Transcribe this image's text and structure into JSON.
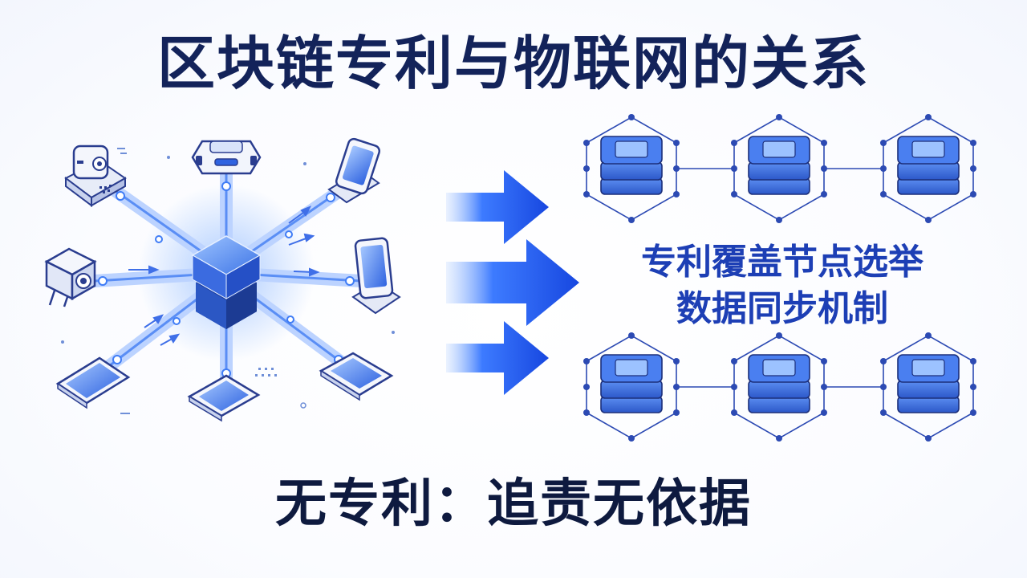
{
  "title": "区块链专利与物联网的关系",
  "center_label": {
    "line1": "专利覆盖节点选举",
    "line2": "数据同步机制"
  },
  "bottom_text": "无专利：追责无依据",
  "colors": {
    "title": "#13235a",
    "accent_blue": "#1f5ff0",
    "label_blue": "#1d3fb5",
    "dark_text": "#0e1a3f",
    "glow": "#7fb2ff"
  },
  "icons": {
    "hub": "blockchain-hub-cube-icon",
    "devices": [
      "camera-icon",
      "router-icon",
      "smartphone-icon",
      "security-camera-icon",
      "tablet-phone-icon",
      "tablet-icon",
      "phone-icon"
    ],
    "nodes": "server-stack-node-icon",
    "arrows": "right-arrow-icon"
  }
}
